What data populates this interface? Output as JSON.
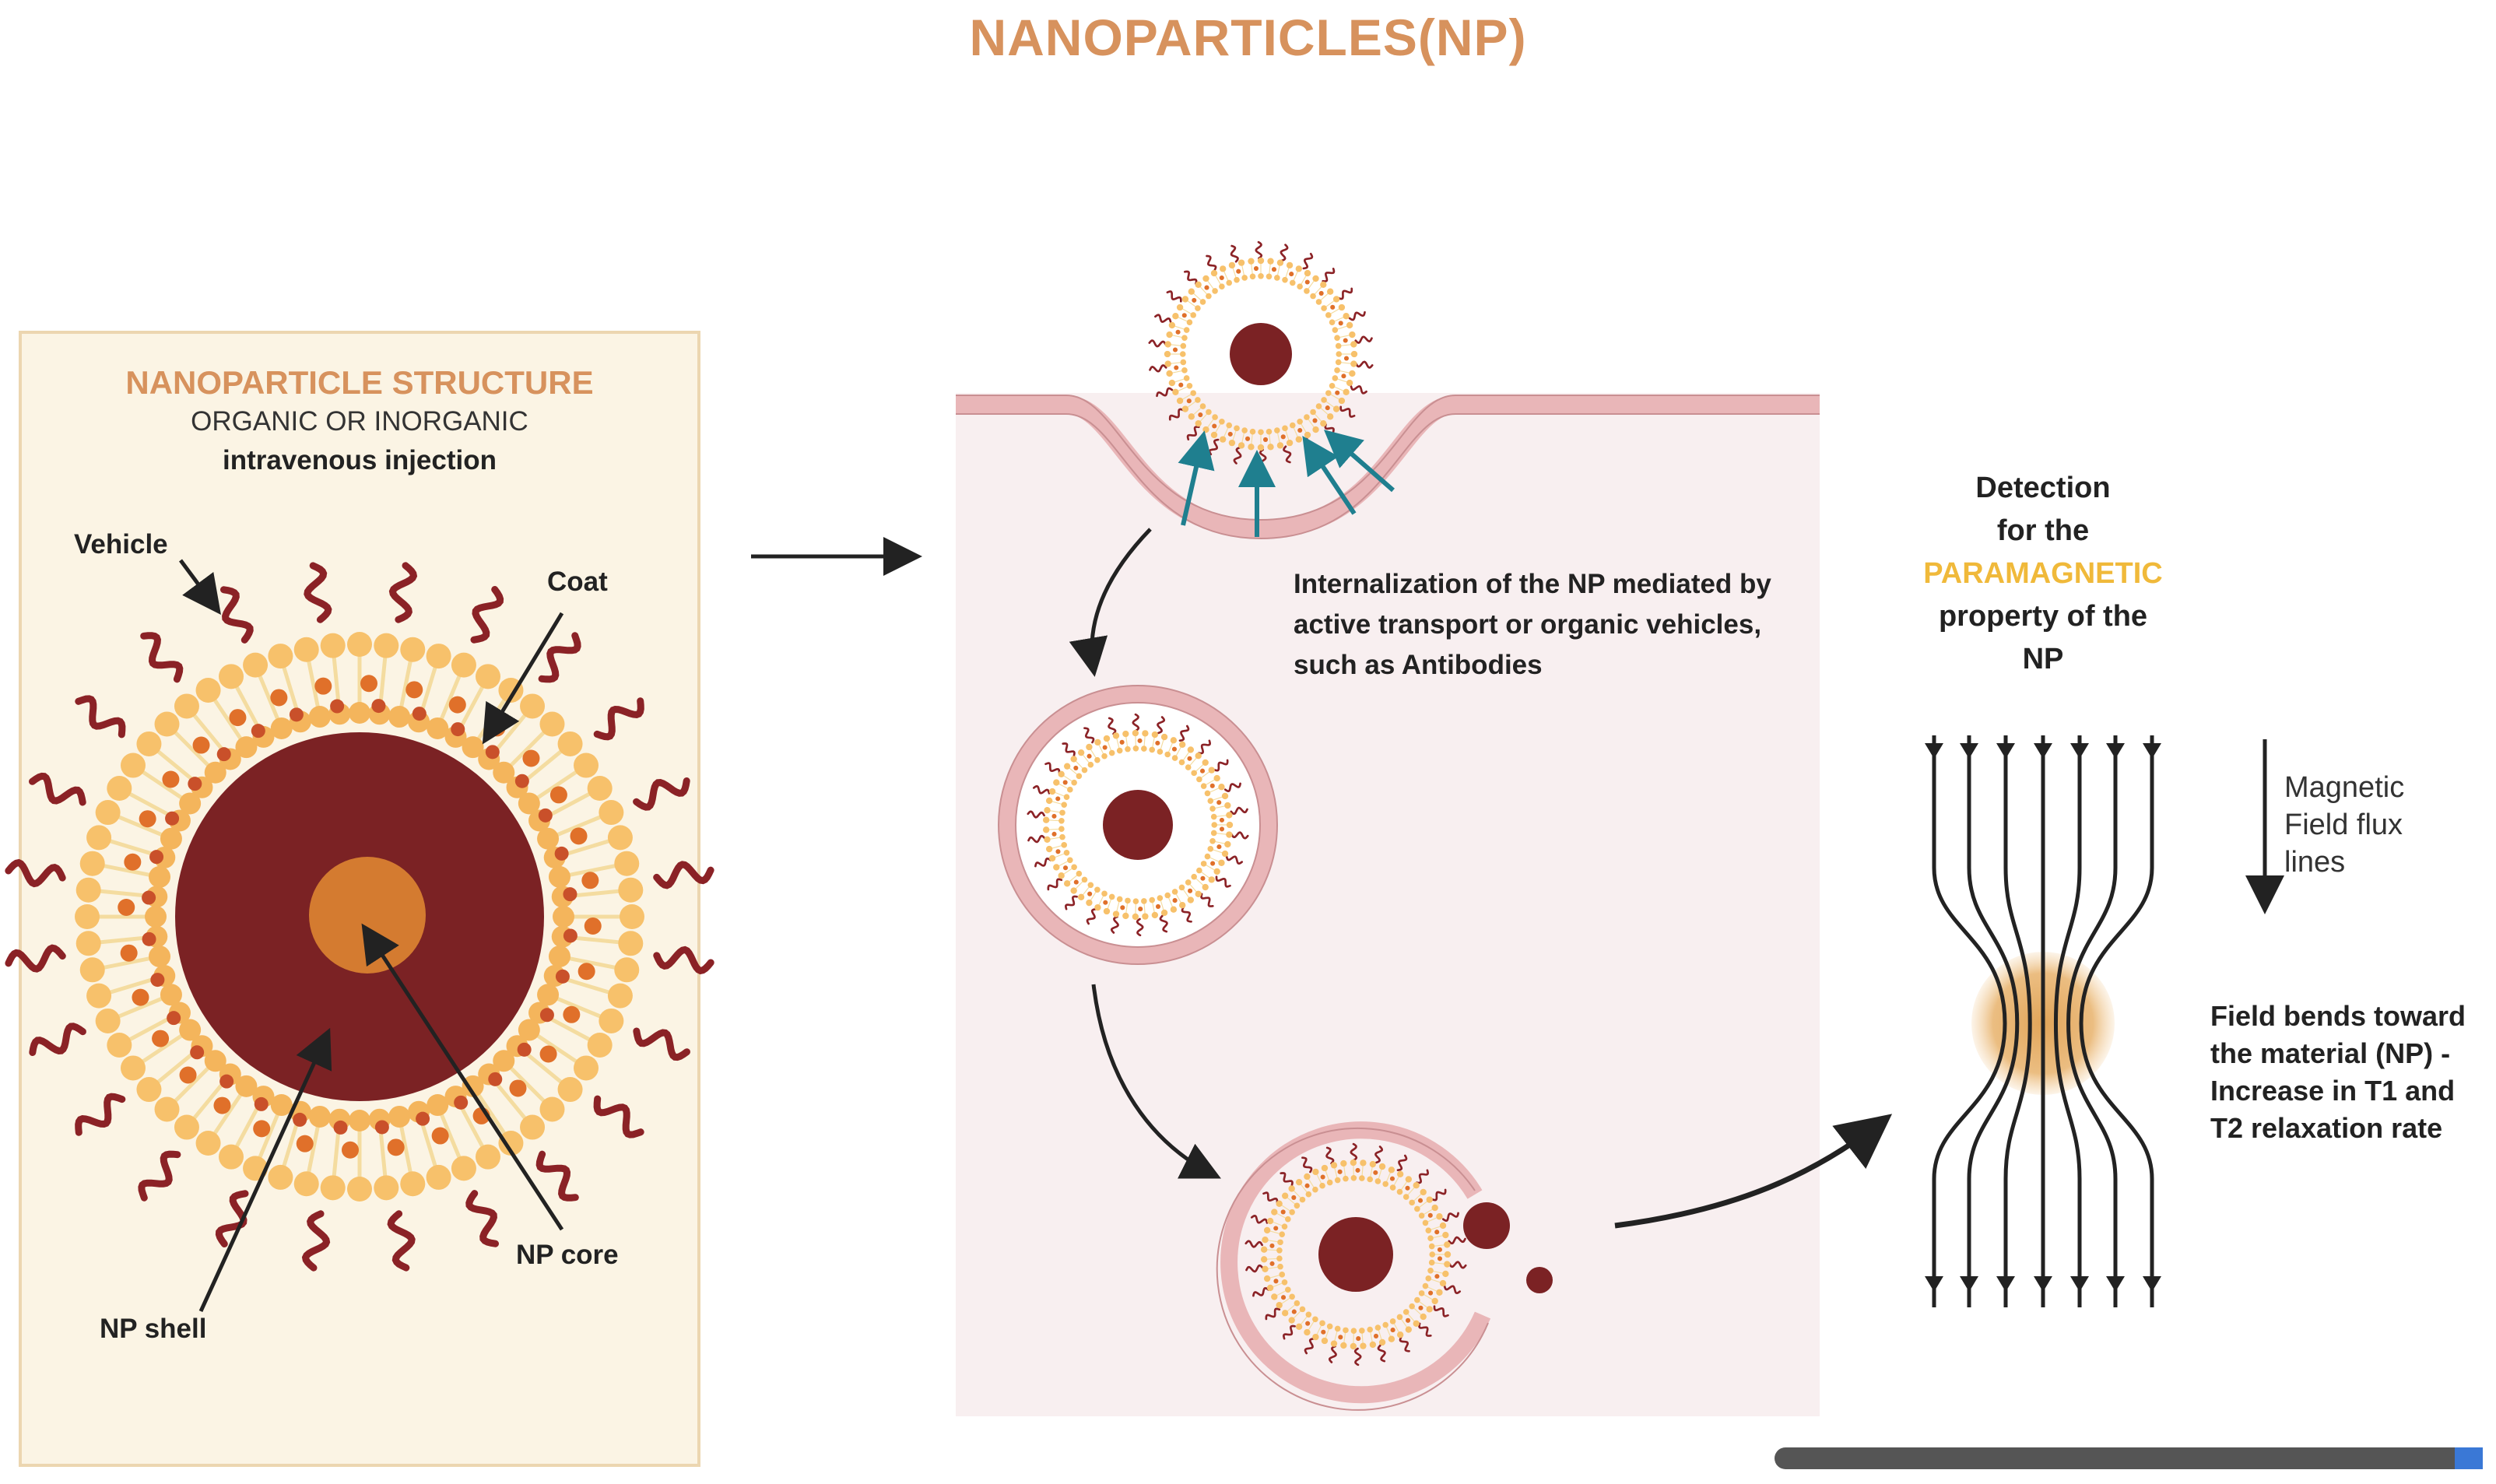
{
  "title": "NANOPARTICLES(NP)",
  "structure": {
    "title": "NANOPARTICLE STRUCTURE",
    "subtitle": "ORGANIC OR INORGANIC",
    "injection": "intravenous injection",
    "labels": {
      "vehicle": "Vehicle",
      "coat": "Coat",
      "np_core": "NP core",
      "np_shell": "NP shell"
    }
  },
  "internalization": {
    "text": "Internalization of the NP mediated by active transport or organic vehicles, such as Antibodies"
  },
  "detection": {
    "line1": "Detection",
    "line2": "for the",
    "highlight": "PARAMAGNETIC",
    "line3": "property of the",
    "line4": "NP"
  },
  "magnetic": {
    "flux_label": "Magnetic Field flux lines",
    "bend_text": "Field bends toward the material (NP) - Increase in T1 and T2 relaxation rate"
  },
  "colors": {
    "title": "#d7925d",
    "shell": "#7b2224",
    "core": "#d47b30",
    "highlight": "#f0b93a",
    "membrane": "#e9b6b8"
  }
}
